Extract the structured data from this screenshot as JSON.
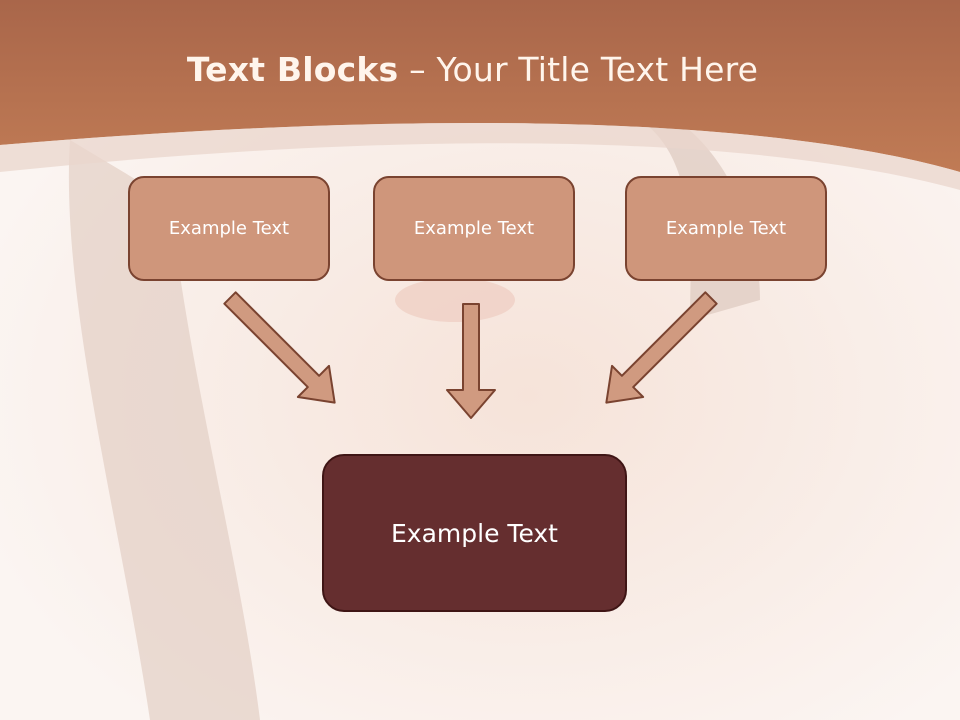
{
  "slide": {
    "title_bold": "Text Blocks",
    "title_dash": "–",
    "title_rest": "Your Title Text Here"
  },
  "top_boxes": [
    {
      "label": "Example Text"
    },
    {
      "label": "Example Text"
    },
    {
      "label": "Example Text"
    }
  ],
  "main_box": {
    "label": "Example Text"
  },
  "colors": {
    "header": "#b57450",
    "top_box_fill": "#cf967b",
    "main_box_fill": "#652e2f",
    "arrow_fill": "#d09a80",
    "arrow_stroke": "#7a4330"
  }
}
